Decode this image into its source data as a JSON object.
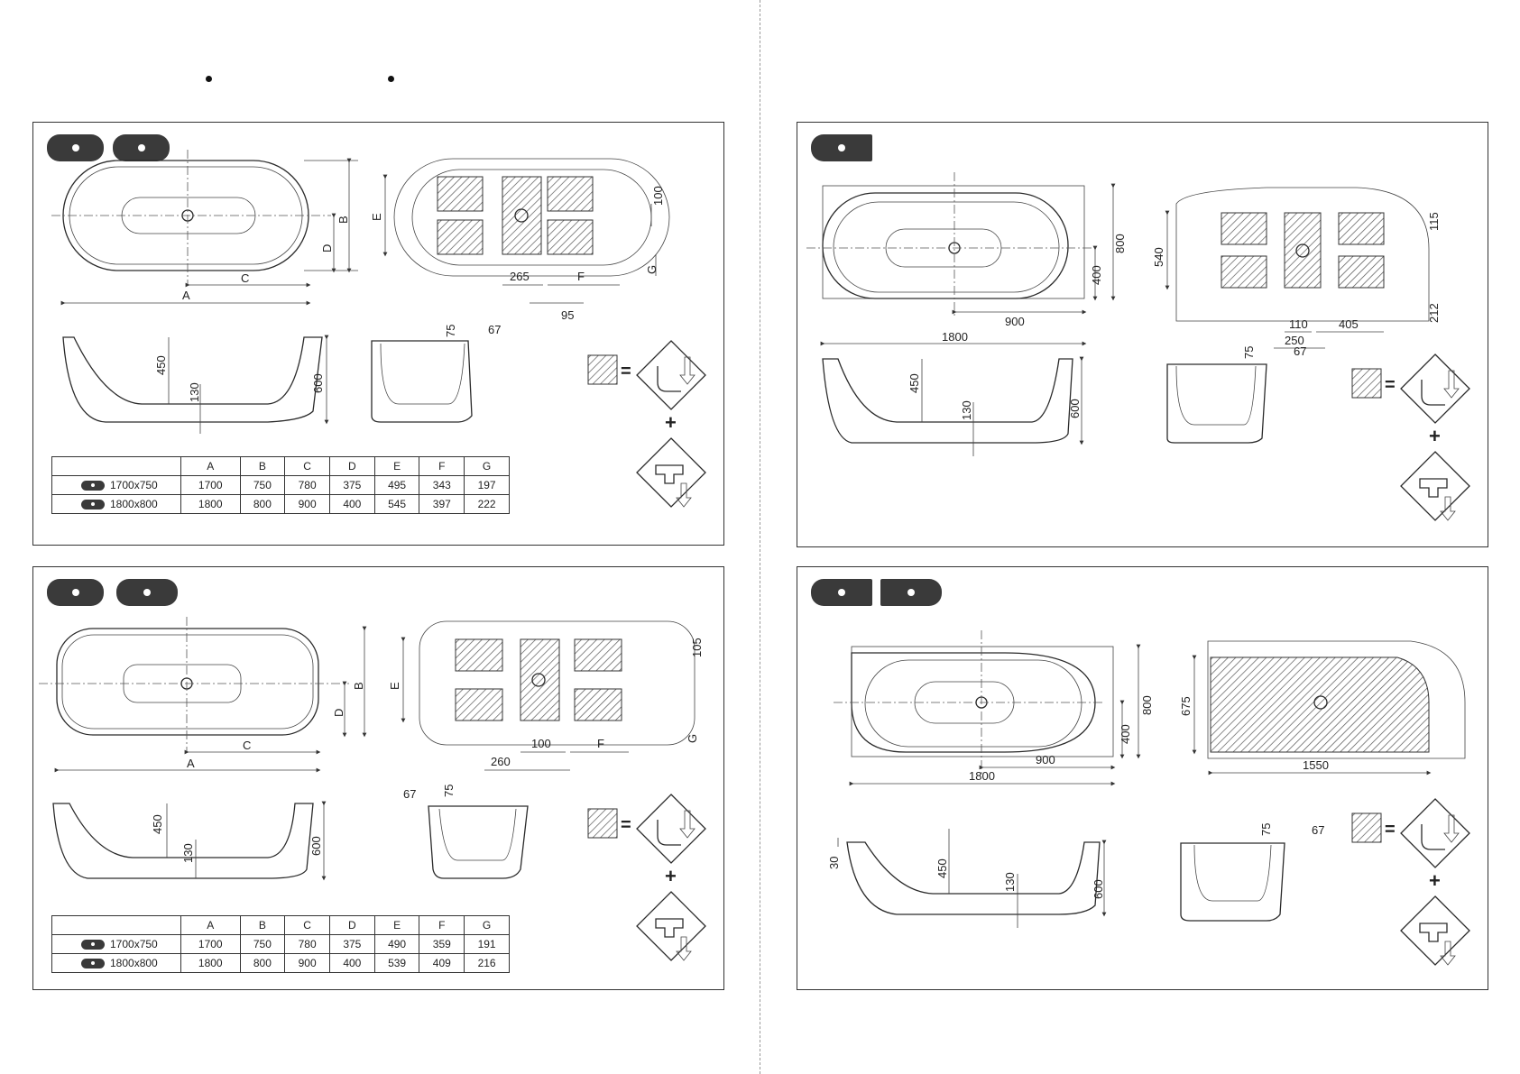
{
  "panel1": {
    "dims": {
      "A": "A",
      "B": "B",
      "C": "C",
      "D": "D",
      "E": "E",
      "F": "F",
      "G": "G",
      "d100": "100",
      "d265": "265",
      "d95": "95",
      "d450": "450",
      "d130": "130",
      "d600": "600",
      "d75": "75",
      "d67": "67"
    },
    "table": {
      "headers": [
        "A",
        "B",
        "C",
        "D",
        "E",
        "F",
        "G"
      ],
      "rows": [
        {
          "size": "1700x750",
          "values": [
            "1700",
            "750",
            "780",
            "375",
            "495",
            "343",
            "197"
          ]
        },
        {
          "size": "1800x800",
          "values": [
            "1800",
            "800",
            "900",
            "400",
            "545",
            "397",
            "222"
          ]
        }
      ]
    }
  },
  "panel2": {
    "dims": {
      "d800": "800",
      "d400": "400",
      "d900": "900",
      "d1800": "1800",
      "d540": "540",
      "d115": "115",
      "d212": "212",
      "d110": "110",
      "d405": "405",
      "d250": "250",
      "d450": "450",
      "d130": "130",
      "d600": "600",
      "d75": "75",
      "d67": "67"
    }
  },
  "panel3": {
    "dims": {
      "A": "A",
      "B": "B",
      "C": "C",
      "D": "D",
      "E": "E",
      "F": "F",
      "G": "G",
      "d105": "105",
      "d100": "100",
      "d260": "260",
      "d450": "450",
      "d130": "130",
      "d600": "600",
      "d75": "75",
      "d67": "67"
    },
    "table": {
      "headers": [
        "A",
        "B",
        "C",
        "D",
        "E",
        "F",
        "G"
      ],
      "rows": [
        {
          "size": "1700x750",
          "values": [
            "1700",
            "750",
            "780",
            "375",
            "490",
            "359",
            "191"
          ]
        },
        {
          "size": "1800x800",
          "values": [
            "1800",
            "800",
            "900",
            "400",
            "539",
            "409",
            "216"
          ]
        }
      ]
    }
  },
  "panel4": {
    "dims": {
      "d800": "800",
      "d400": "400",
      "d900": "900",
      "d1800": "1800",
      "d675": "675",
      "d1550": "1550",
      "d30": "30",
      "d450": "450",
      "d130": "130",
      "d600": "600",
      "d75": "75",
      "d67": "67"
    }
  },
  "legend": {
    "equals": "=",
    "plus": "+"
  },
  "icons": [
    "drain-pipe-icon",
    "water-supply-tap-icon",
    "hatched-area-icon",
    "standard-model-badge-icon"
  ]
}
